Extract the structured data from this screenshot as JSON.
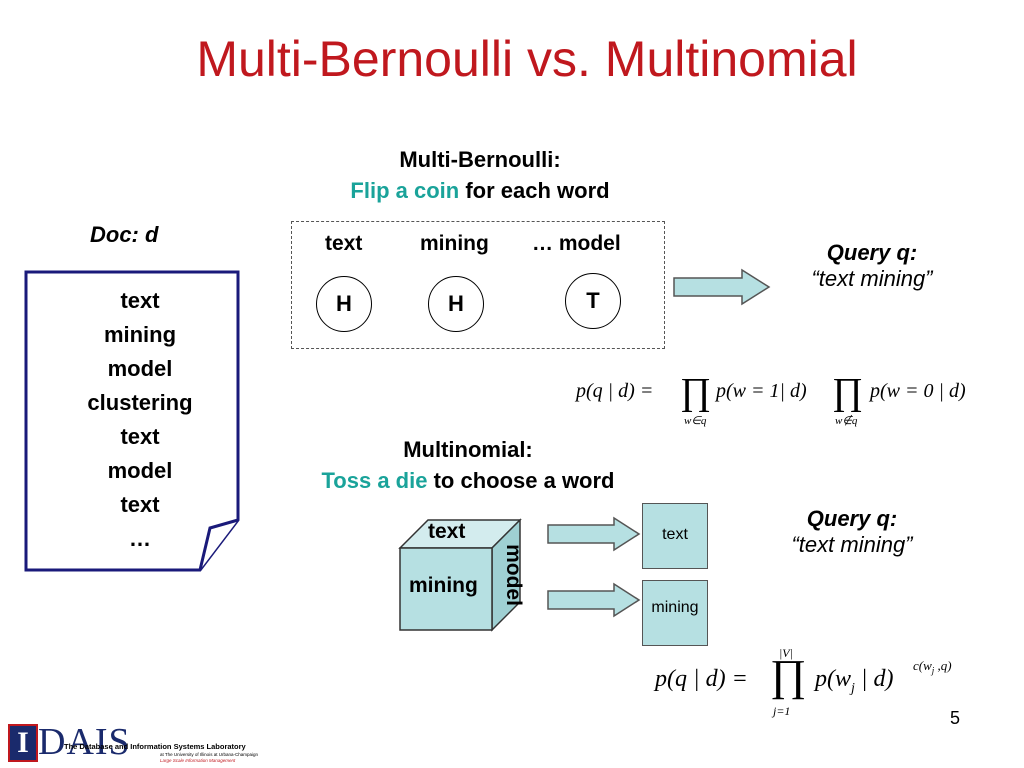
{
  "slide": {
    "title": "Multi-Bernoulli vs. Multinomial",
    "page_number": "5"
  },
  "doc": {
    "label": "Doc: d",
    "words": [
      "text",
      "mining",
      "model",
      "clustering",
      "text",
      "model",
      "text",
      "…"
    ]
  },
  "bernoulli": {
    "heading": "Multi-Bernoulli:",
    "method_highlight": "Flip a coin",
    "method_rest": " for each word",
    "columns": [
      {
        "label": "text",
        "outcome": "H"
      },
      {
        "label": "mining",
        "outcome": "H"
      },
      {
        "label": "… model",
        "outcome": "T"
      }
    ],
    "query_label": "Query q:",
    "query_value": "“text mining”",
    "formula": {
      "lhs": "p(q | d) =",
      "prod1_sub": "w∈q",
      "term1": "p(w = 1| d)",
      "prod2_sub": "w∉q",
      "term2": "p(w = 0 | d)"
    }
  },
  "multinomial": {
    "heading": "Multinomial:",
    "method_highlight": "Toss a die",
    "method_rest": " to choose a word",
    "die_faces": {
      "top": "text",
      "front": "mining",
      "side": "model"
    },
    "outputs": [
      "text",
      "mining"
    ],
    "query_label": "Query q:",
    "query_value": "“text mining”",
    "formula": {
      "lhs": "p(q | d) =",
      "prod_sup": "|V|",
      "prod_sub": "j=1",
      "term": "p(w",
      "term_sub": "j",
      "term_end": " | d)",
      "exponent": "c(w",
      "exponent_sub": "j",
      "exponent_end": " ,q)"
    }
  },
  "footer": {
    "logo_letters": "DAIS",
    "lab_name": "The Database and Information Systems Laboratory",
    "lab_sub1": "at The University of Illinois at Urbana-Champaign",
    "lab_sub2": "Large Scale Information Management"
  },
  "colors": {
    "title_red": "#c0181e",
    "accent_teal": "#1aa39a",
    "doc_border_navy": "#1a1a7a",
    "arrow_fill": "#b6e0e2"
  }
}
